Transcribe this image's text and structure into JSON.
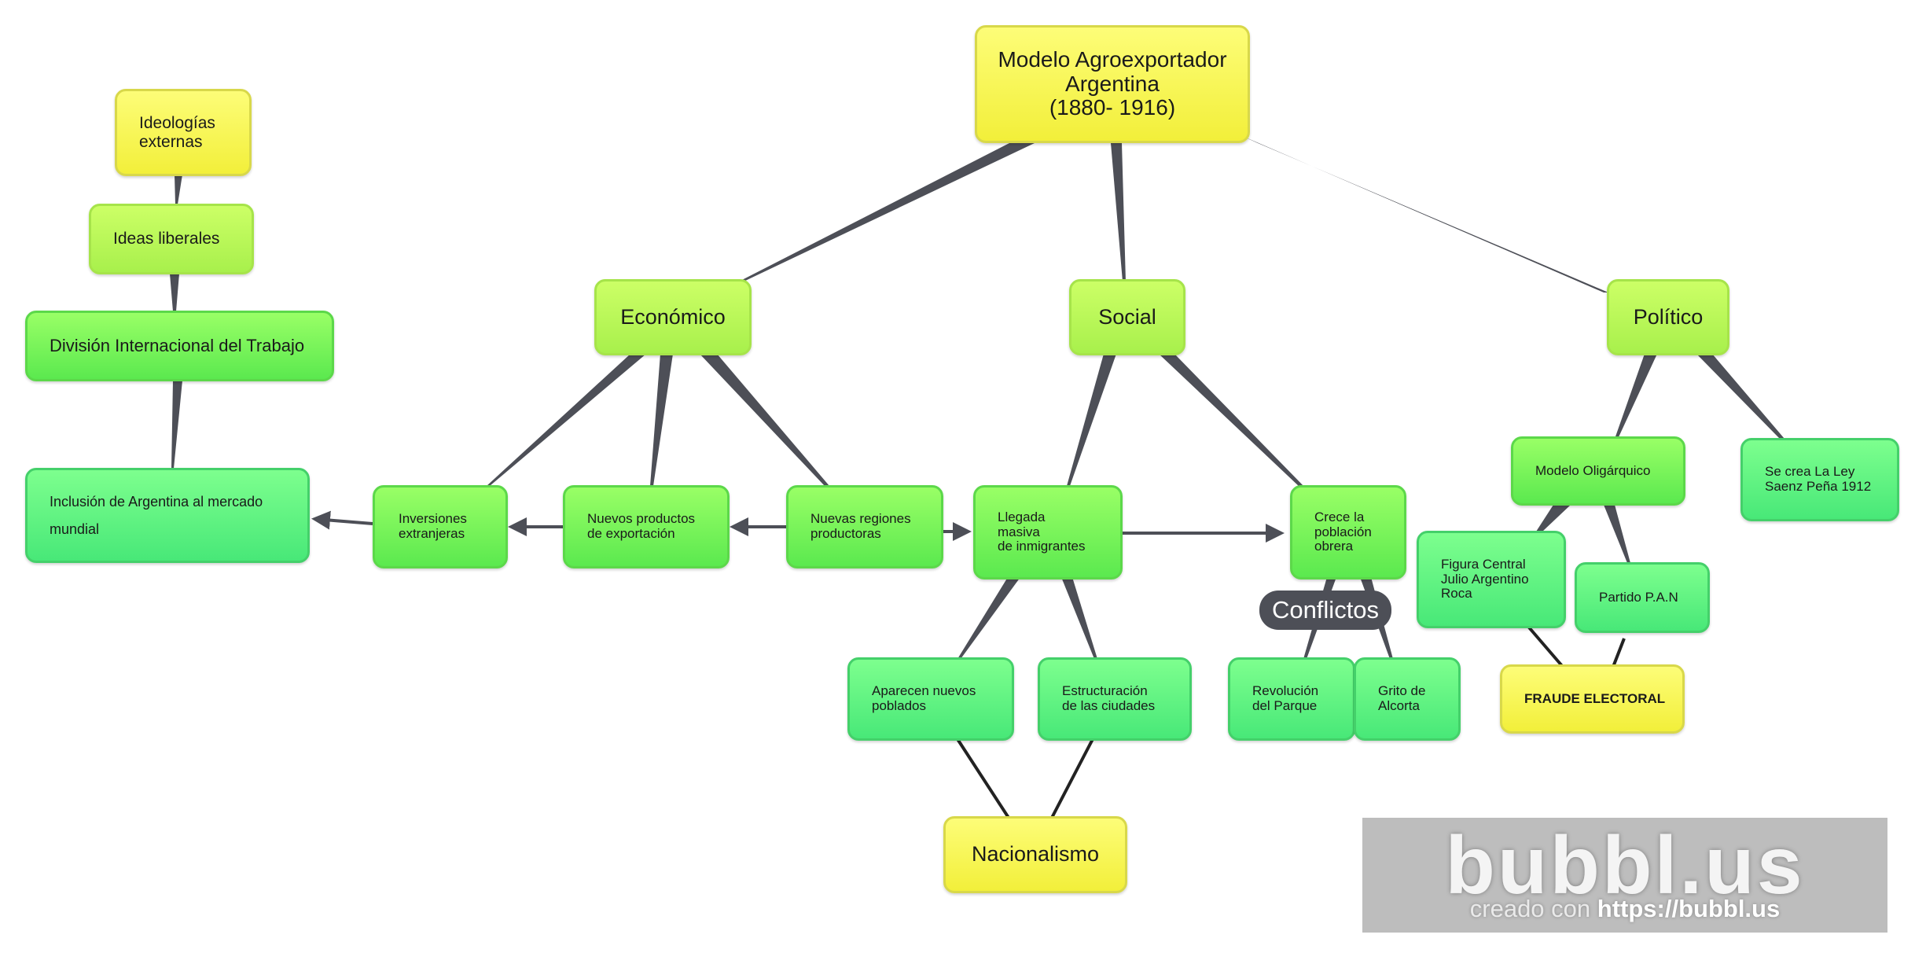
{
  "title_node": {
    "text": "Modelo Agroexportador\nArgentina\n(1880- 1916)"
  },
  "nodes": {
    "ideologias": "Ideologías\nexternas",
    "ideas_liberales": "Ideas liberales",
    "division": "División Internacional del Trabajo",
    "inclusion": "Inclusión de Argentina al mercado\nmundial",
    "economico": "Económico",
    "social": "Social",
    "politico": "Político",
    "inversiones": "Inversiones\nextranjeras",
    "nuevos_productos": "Nuevos productos\nde exportación",
    "nuevas_regiones": "Nuevas regiones\nproductoras",
    "llegada": "Llegada\nmasiva\nde inmigrantes",
    "crece": "Crece la\npoblación\nobrera",
    "modelo_oligarquico": "Modelo Oligárquico",
    "ley_saenz": "Se crea La Ley\nSaenz Peña 1912",
    "figura_central": "Figura Central\nJulio Argentino\nRoca",
    "partido_pan": "Partido P.A.N",
    "fraude": "FRAUDE ELECTORAL",
    "aparecen": "Aparecen nuevos\npoblados",
    "estructuracion": "Estructuración\nde las ciudades",
    "revolucion": "Revolución\ndel Parque",
    "grito": "Grito de\nAlcorta",
    "nacionalismo": "Nacionalismo"
  },
  "link_label": {
    "conflictos": "Conflictos"
  },
  "watermark": {
    "logo": "bubbl.us",
    "credit_prefix": "creado con ",
    "credit_url": "https://bubbl.us"
  },
  "colors": {
    "yellow": "#f6f54a",
    "yellow_green": "#b8f75a",
    "green": "#6ef055",
    "mint": "#5cf483",
    "connector": "#4d4f57"
  }
}
